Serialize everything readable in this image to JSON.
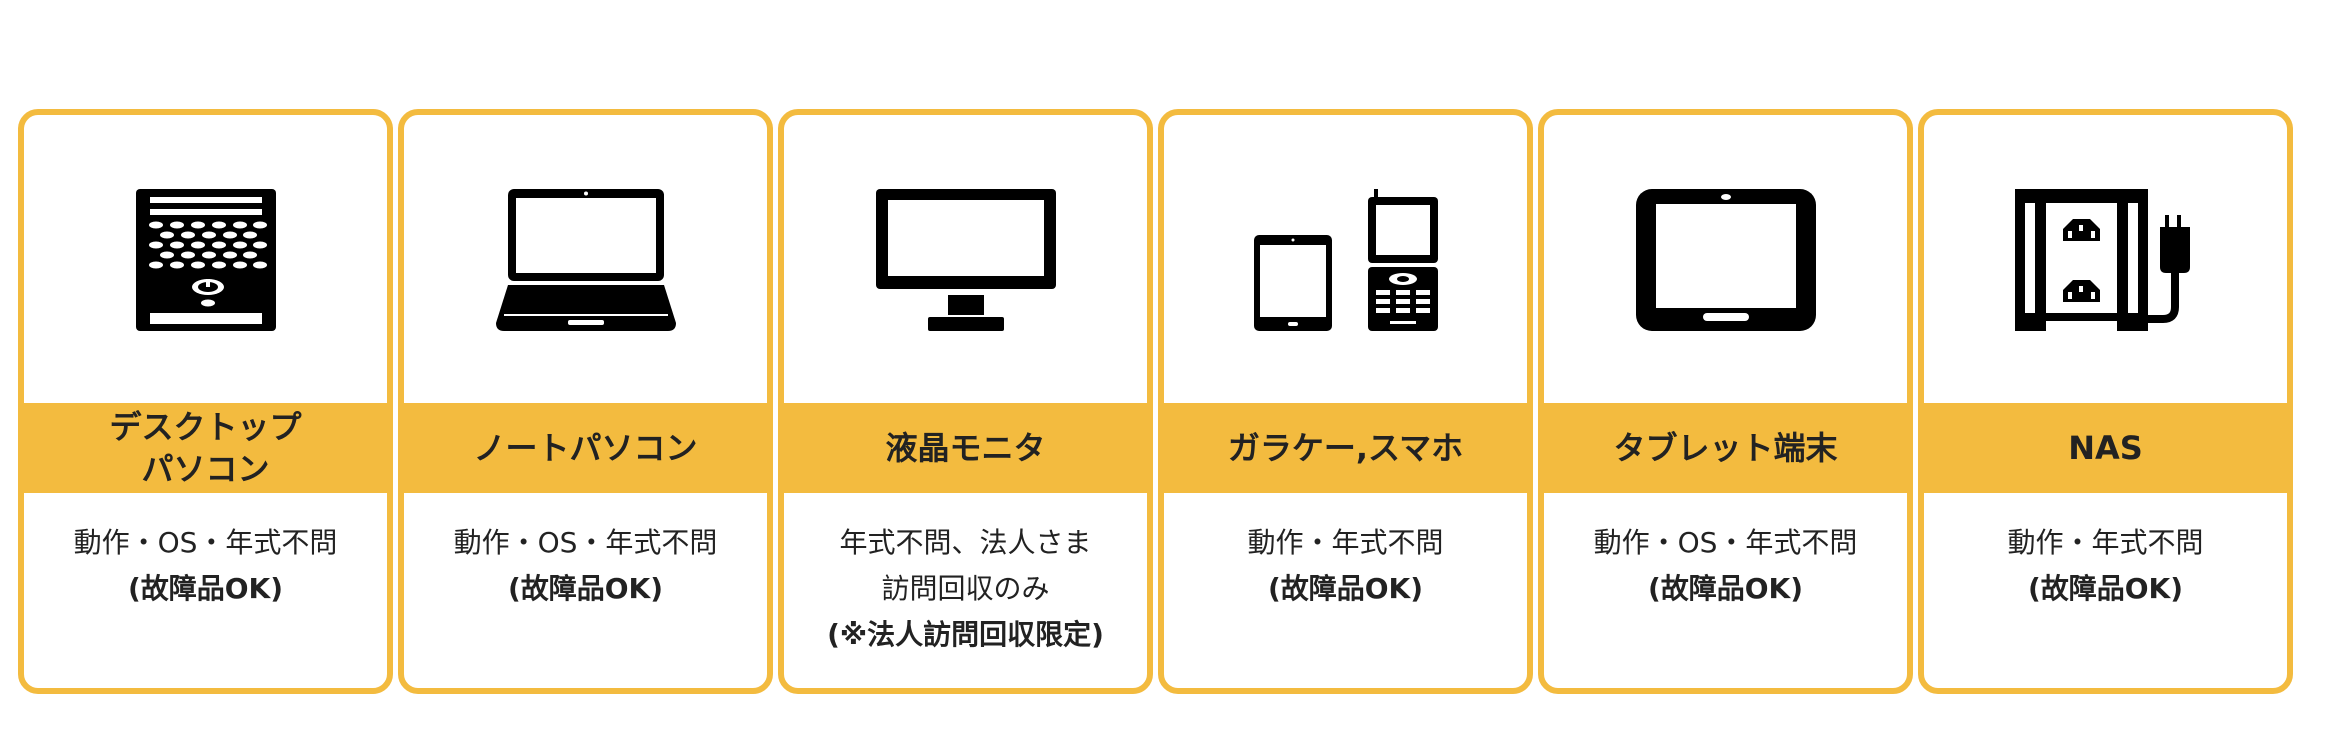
{
  "accent_color": "#F3BB3F",
  "cards": [
    {
      "icon": "desktop-pc-icon",
      "title": [
        "デスクトップ",
        "パソコン"
      ],
      "lines": [
        "動作・OS・年式不問"
      ],
      "bold": "(故障品OK)"
    },
    {
      "icon": "laptop-icon",
      "title": [
        "ノートパソコン"
      ],
      "lines": [
        "動作・OS・年式不問"
      ],
      "bold": "(故障品OK)"
    },
    {
      "icon": "monitor-icon",
      "title": [
        "液晶モニタ"
      ],
      "lines": [
        "年式不問、法人さま",
        "訪問回収のみ"
      ],
      "bold": "(※法人訪問回収限定)"
    },
    {
      "icon": "phones-icon",
      "title": [
        "ガラケー,スマホ"
      ],
      "lines": [
        "動作・年式不問"
      ],
      "bold": "(故障品OK)"
    },
    {
      "icon": "tablet-icon",
      "title": [
        "タブレット端末"
      ],
      "lines": [
        "動作・OS・年式不問"
      ],
      "bold": "(故障品OK)"
    },
    {
      "icon": "nas-icon",
      "title": [
        "NAS"
      ],
      "lines": [
        "動作・年式不問"
      ],
      "bold": "(故障品OK)"
    }
  ]
}
